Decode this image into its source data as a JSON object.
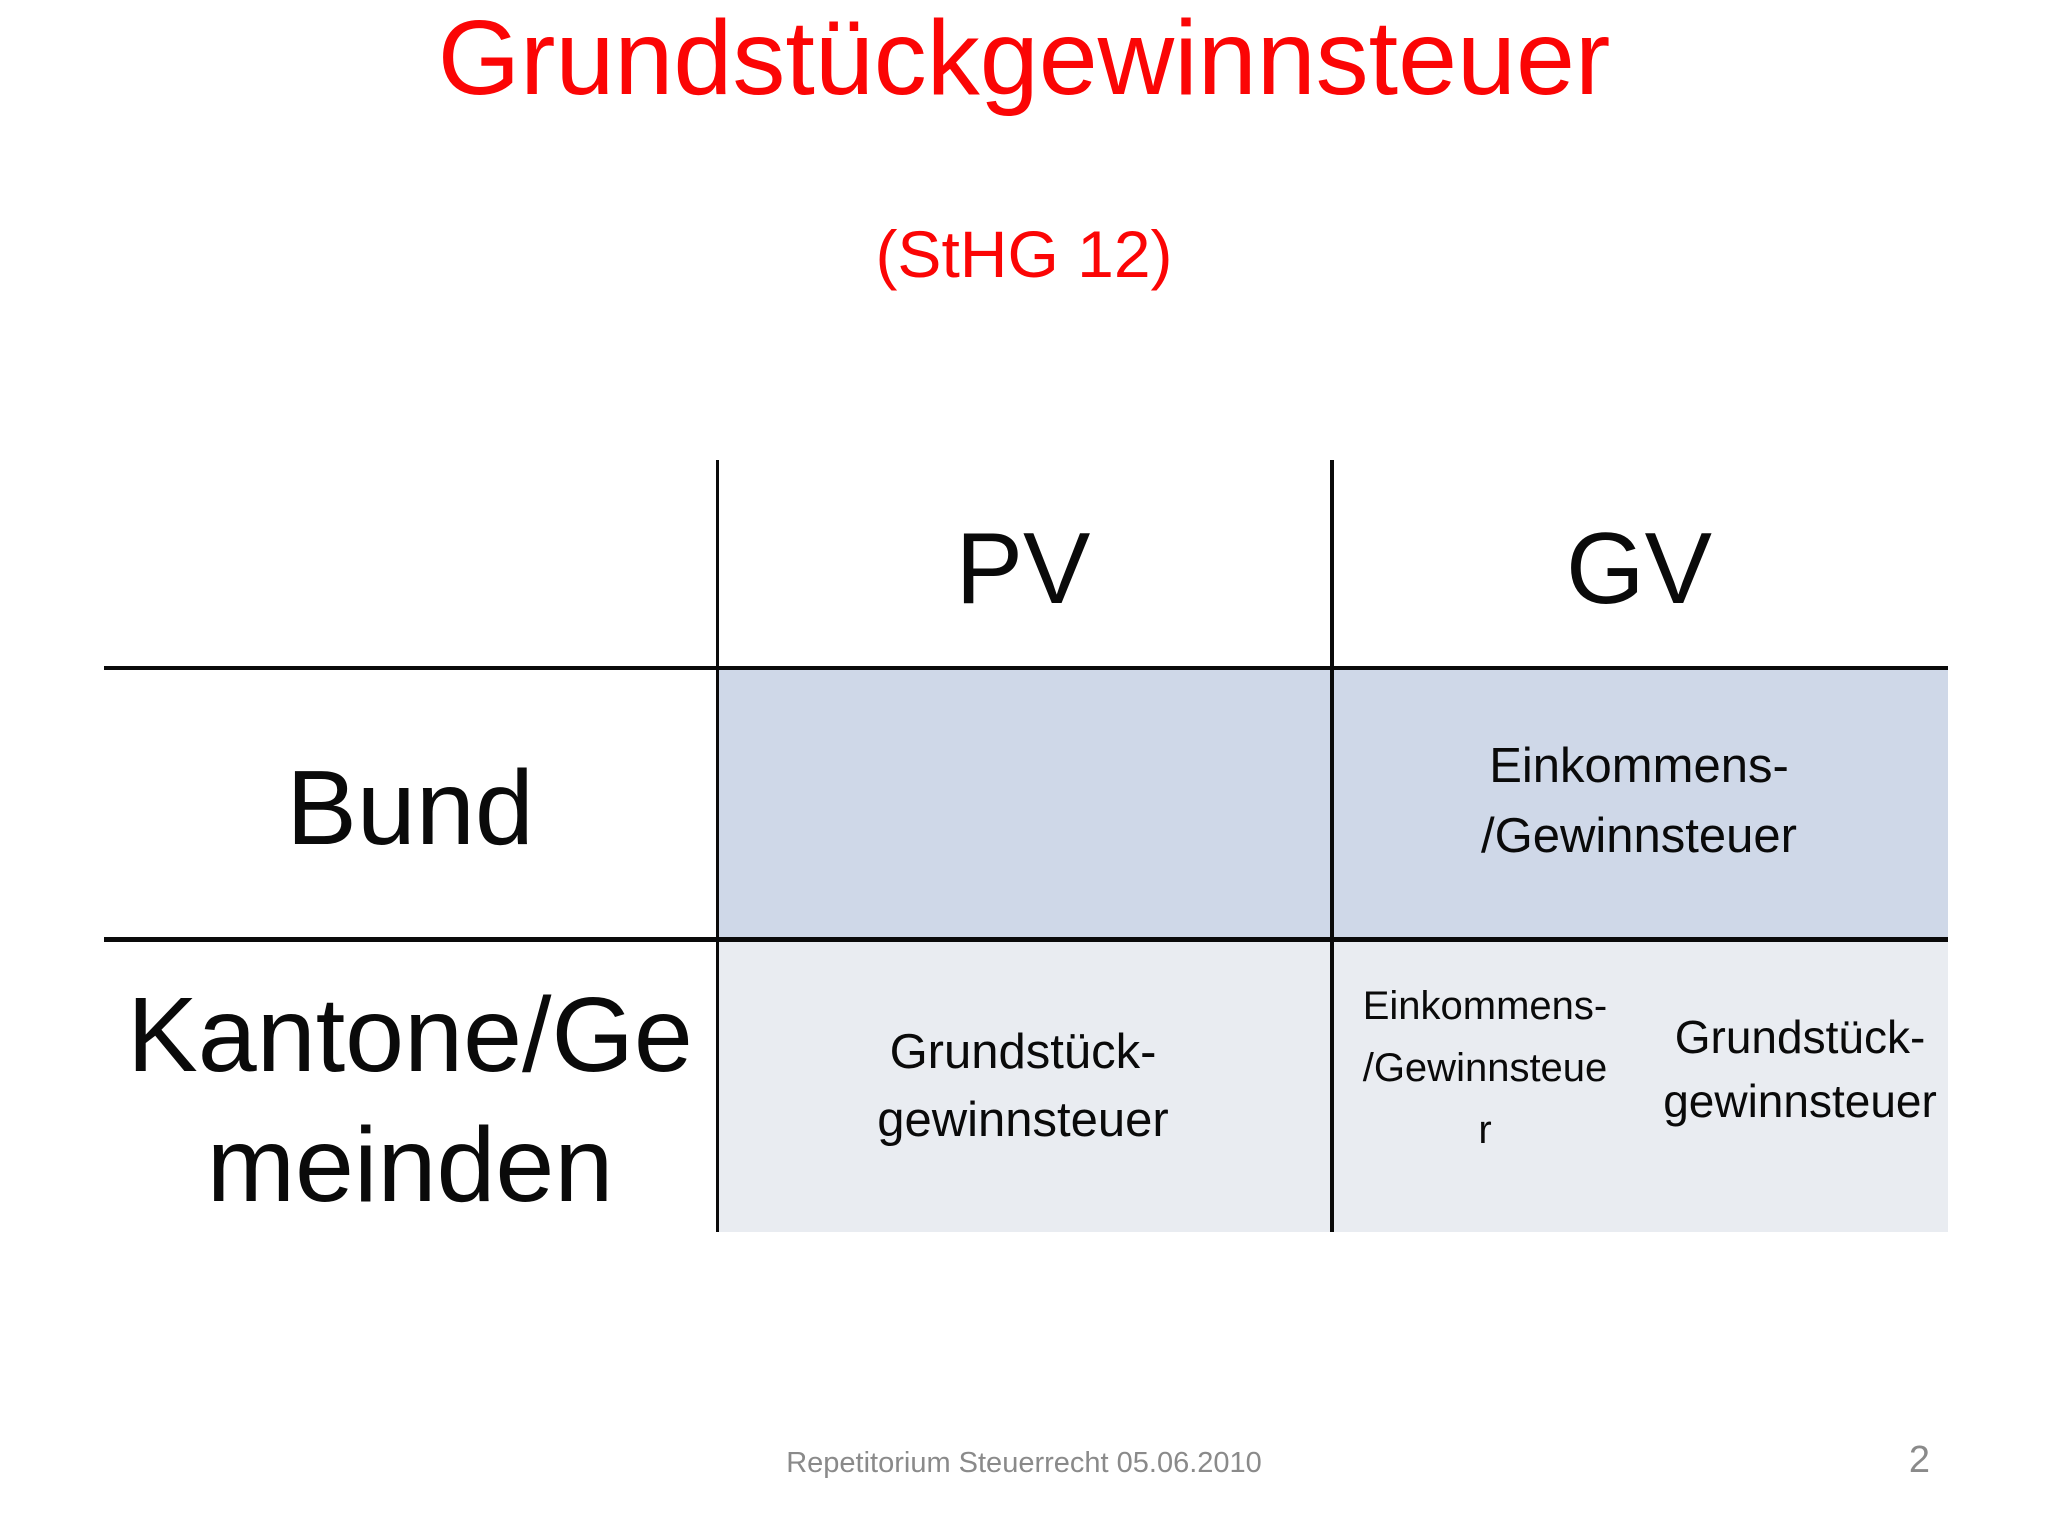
{
  "slide": {
    "title": "Grundstückgewinnsteuer",
    "subtitle": "(StHG 12)",
    "footer": "Repetitorium Steuerrecht 05.06.2010",
    "page_number": "2"
  },
  "table": {
    "col_headers": [
      "PV",
      "GV"
    ],
    "row_headers": [
      "Bund",
      "Kantone/Ge\nmeinden"
    ],
    "cells": {
      "bund_pv": "",
      "bund_gv": "Einkommens-\n/Gewinnsteuer",
      "kantone_pv": "Grundstück-\ngewinnsteuer",
      "kantone_gv_left": "Einkommens-\n/Gewinnsteue\nr",
      "kantone_gv_right": "Grundstück-\ngewinnsteuer"
    }
  },
  "colors": {
    "title_red": "#fb0505",
    "row1_fill": "#cfd8e8",
    "row2_fill": "#e9ecf1",
    "line_black": "#0a0a0a",
    "footer_gray": "#8a8a8a"
  }
}
